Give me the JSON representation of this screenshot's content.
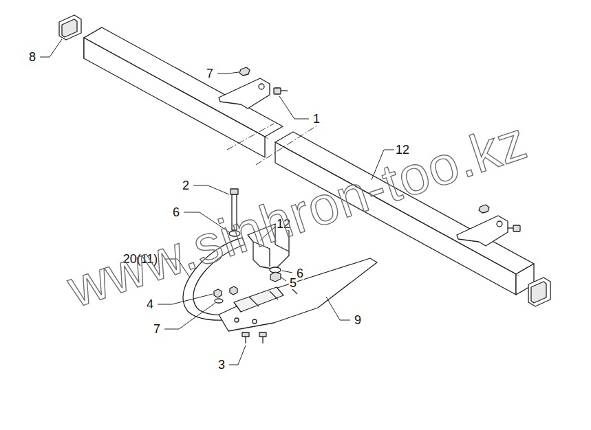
{
  "diagram": {
    "labels": [
      "8",
      "7",
      "1",
      "12",
      "2",
      "6",
      "12",
      "20(11)",
      "6",
      "5",
      "4",
      "7",
      "9",
      "3",
      "www.sinhron-too.kz"
    ]
  }
}
